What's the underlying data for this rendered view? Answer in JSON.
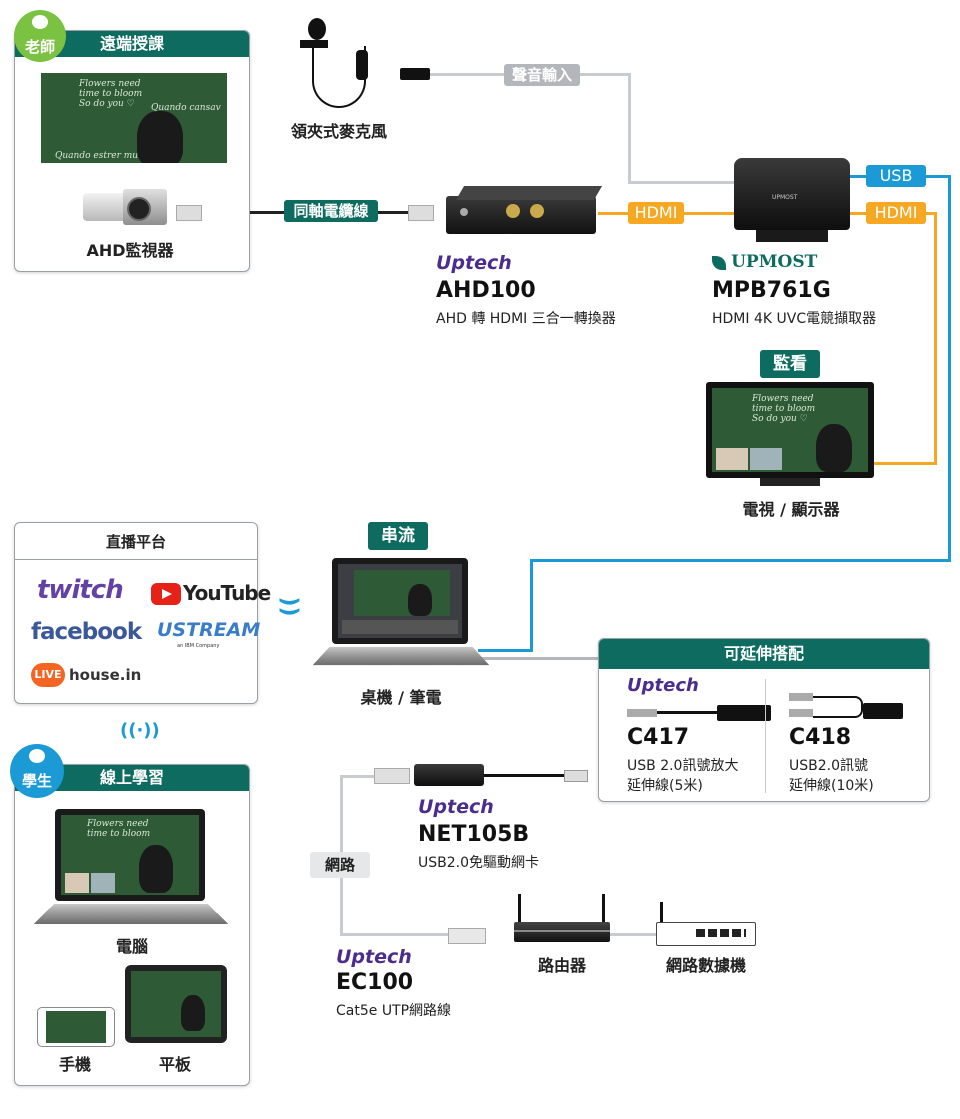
{
  "teacher": {
    "badge": "老師",
    "panel_title": "遠端授課",
    "board_text": [
      "Flowers need",
      "time to bloom",
      "So do you ♡",
      "Quando cansav",
      "Quando estrer mu"
    ],
    "camera_label": "AHD監視器"
  },
  "mic": {
    "label": "領夾式麥克風"
  },
  "cables": {
    "audio_in": "聲音輸入",
    "coax": "同軸電纜線",
    "hdmi_1": "HDMI",
    "hdmi_2": "HDMI",
    "usb": "USB"
  },
  "ahd100": {
    "brand": "Uptech",
    "model": "AHD100",
    "desc": "AHD 轉 HDMI 三合一轉換器"
  },
  "mpb761g": {
    "brand": "UPMOST",
    "device_brand": "UPMOST",
    "model": "MPB761G",
    "desc": "HDMI 4K UVC電競擷取器"
  },
  "monitor": {
    "tag": "監看",
    "label": "電視 / 顯示器"
  },
  "streaming": {
    "tag": "串流",
    "label": "桌機 / 筆電"
  },
  "platforms": {
    "title": "直播平台",
    "twitch": "twitch",
    "youtube": "YouTube",
    "facebook": "facebook",
    "ustream": "USTREAM",
    "ustream_sub": "an IBM Company",
    "livehouse_badge": "LIVE",
    "livehouse": "house.in"
  },
  "extension": {
    "title": "可延伸搭配",
    "brand": "Uptech",
    "c417": {
      "model": "C417",
      "desc1": "USB 2.0訊號放大",
      "desc2": "延伸線(5米)"
    },
    "c418": {
      "model": "C418",
      "desc1": "USB2.0訊號",
      "desc2": "延伸線(10米)"
    }
  },
  "student": {
    "badge": "學生",
    "panel_title": "線上學習",
    "computer": "電腦",
    "phone": "手機",
    "tablet": "平板"
  },
  "network": {
    "tag": "網路",
    "net105b": {
      "brand": "Uptech",
      "model": "NET105B",
      "desc": "USB2.0免驅動網卡"
    },
    "ec100": {
      "brand": "Uptech",
      "model": "EC100",
      "desc": "Cat5e UTP網路線"
    },
    "router": "路由器",
    "switch": "網路數據機"
  },
  "colors": {
    "teal": "#0d6b5f",
    "green": "#7cc242",
    "orange": "#f7a823",
    "blue": "#1c9ad6",
    "gray": "#b3b7bb",
    "purple": "#4c2d8d"
  }
}
